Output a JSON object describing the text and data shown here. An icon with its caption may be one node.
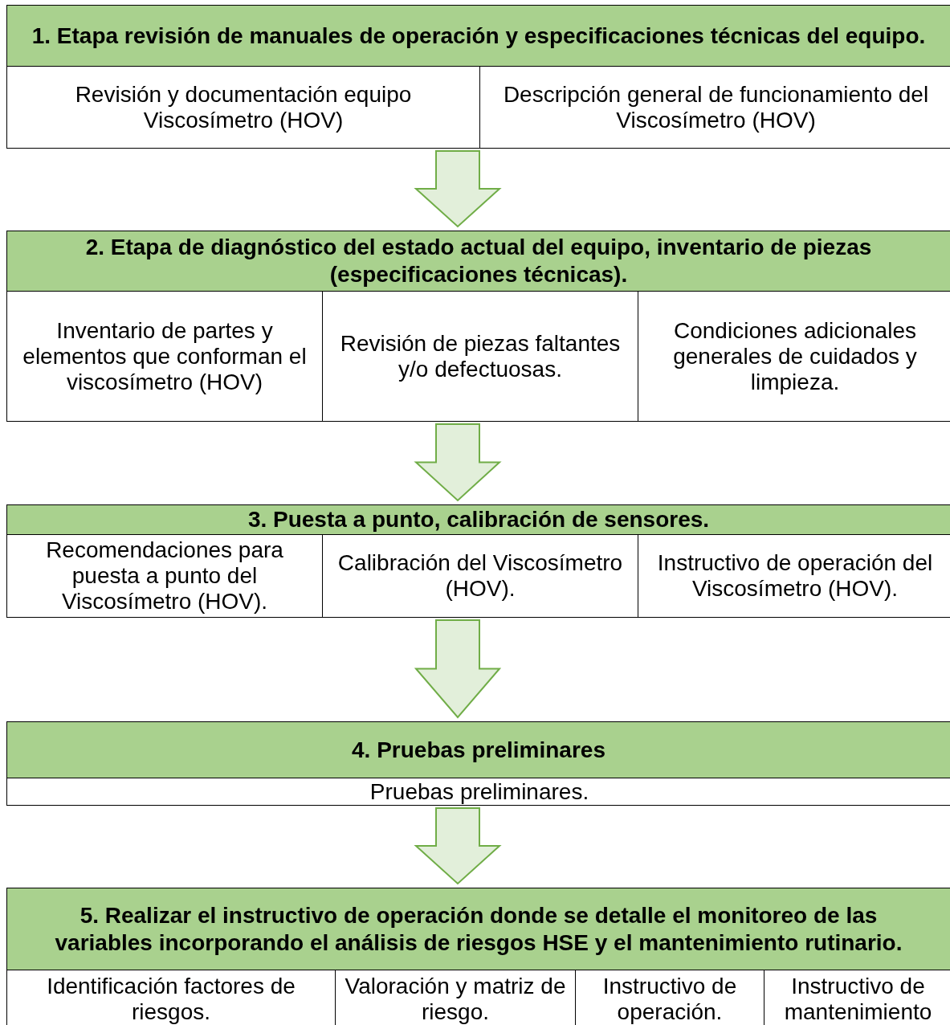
{
  "diagram": {
    "nodes": [
      {
        "text": [
          "1. Etapa revisión de manuales de operación y especificaciones técnicas del equipo."
        ]
      },
      {
        "text": [
          "Revisión y documentación equipo Viscosímetro (HOV)"
        ],
        "in": 0
      },
      {
        "text": [
          "Descripción general de funcionamiento del Viscosímetro (HOV)"
        ],
        "in": 0
      },
      {
        "text": [
          "2. Etapa de diagnóstico del estado actual del equipo, inventario de piezas (especificaciones técnicas)."
        ]
      },
      {
        "text": [
          "Inventario de partes y elementos que conforman el viscosímetro (HOV)"
        ],
        "in": 3
      },
      {
        "text": [
          "Revisión de piezas faltantes y/o defectuosas."
        ],
        "in": 3
      },
      {
        "text": [
          "Condiciones adicionales generales de cuidados y limpieza."
        ],
        "in": 3
      },
      {
        "text": [
          "3. Puesta a punto, calibración de sensores."
        ]
      },
      {
        "text": [
          "Recomendaciones para puesta a punto del Viscosímetro (HOV)."
        ],
        "in": 7
      },
      {
        "text": [
          "Calibración del Viscosímetro (HOV)."
        ],
        "in": 7
      },
      {
        "text": [
          "Instructivo de operación del Viscosímetro (HOV)."
        ],
        "in": 7
      },
      {
        "text": [
          "4. Pruebas preliminares"
        ]
      },
      {
        "text": [
          "Pruebas preliminares."
        ],
        "in": 11
      },
      {
        "text": [
          "5. Realizar el instructivo de operación donde se detalle el monitoreo de las variables incorporando el análisis de riesgos HSE y el mantenimiento rutinario."
        ]
      },
      {
        "text": [
          "Identificación factores de riesgos."
        ],
        "in": 13
      },
      {
        "text": [
          "Valoración y matriz de riesgo."
        ],
        "in": 13
      },
      {
        "text": [
          "Instructivo de operación."
        ],
        "in": 13
      },
      {
        "text": [
          "Instructivo de mantenimiento"
        ],
        "in": 13
      }
    ],
    "edges": [
      {
        "from": 0,
        "to": 3,
        "arrow": "to"
      },
      {
        "from": 3,
        "to": 7,
        "arrow": "to"
      },
      {
        "from": 7,
        "to": 11,
        "arrow": "to"
      },
      {
        "from": 11,
        "to": 13,
        "arrow": "to"
      }
    ]
  }
}
